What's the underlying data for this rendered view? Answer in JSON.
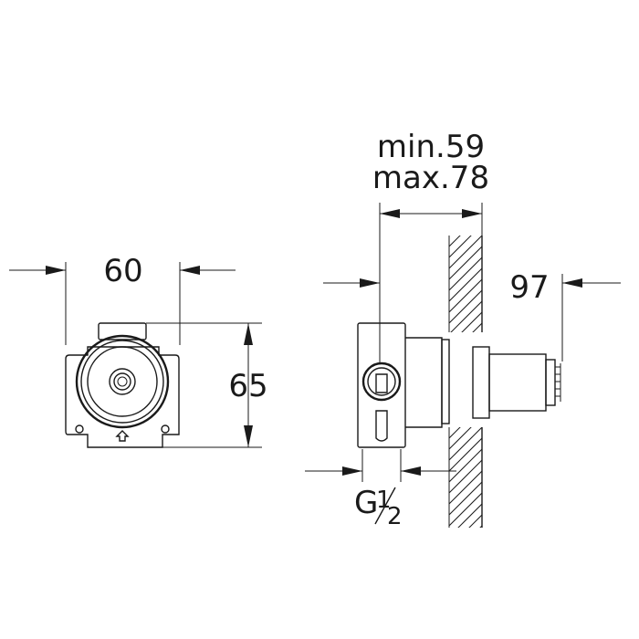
{
  "dimensions": {
    "front_width": "60",
    "front_height": "65",
    "depth_min": "min.59",
    "depth_max": "max.78",
    "overall_depth": "97",
    "thread_prefix": "G",
    "thread_numerator": "1",
    "thread_denominator": "2"
  }
}
